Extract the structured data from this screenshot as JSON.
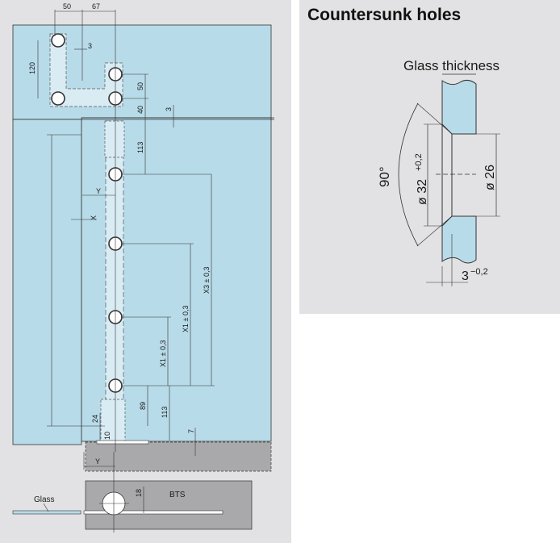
{
  "left": {
    "dims": {
      "d50_top": "50",
      "d67_top": "67",
      "d3_a": "3",
      "d120": "120",
      "d50_side": "50",
      "d40": "40",
      "d3_b": "3",
      "d113_a": "113",
      "y1": "Y",
      "x1": "X",
      "x3": "X3 ± 0,3",
      "x1a": "X1 ± 0,3",
      "x1b": "X1 ± 0,3",
      "d89": "89",
      "d113_b": "113",
      "d24": "24",
      "d7": "7",
      "y2": "Y",
      "d18": "18",
      "d10": "10"
    },
    "bts_label": "BTS",
    "glass_label": "Glass"
  },
  "right": {
    "title": "Countersunk holes",
    "glass_thickness": "Glass thickness",
    "angle": "90°",
    "dia32": "ø 32",
    "dia32_tol": "+0,2",
    "dia26": "ø 26",
    "depth": "3",
    "depth_tol": "−0,2"
  },
  "colors": {
    "panel": "#e2e2e4",
    "glass": "#b8dbe9",
    "bts": "#a9a9ab"
  }
}
